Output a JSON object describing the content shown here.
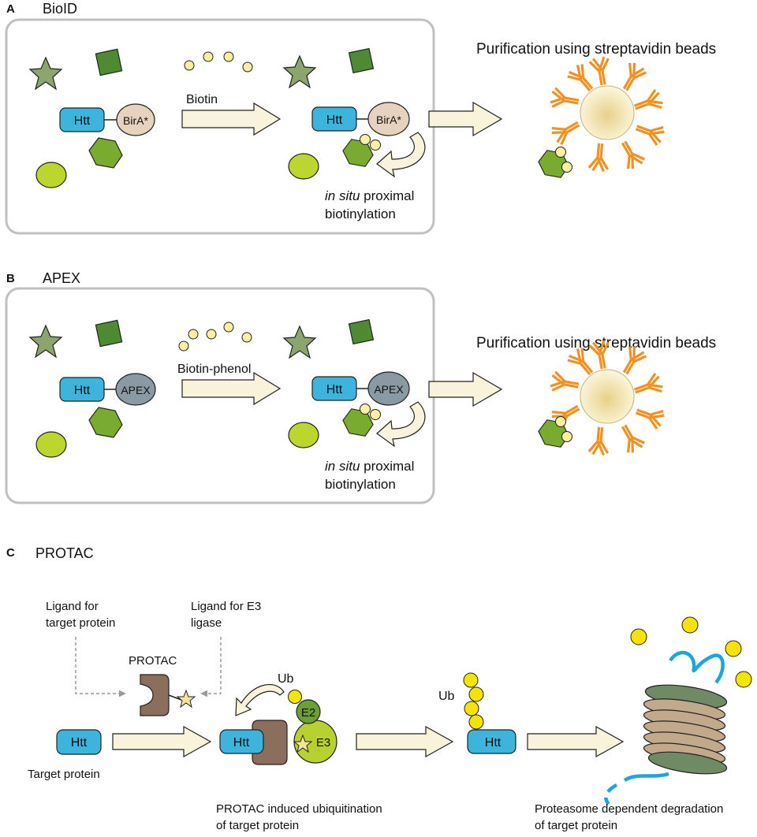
{
  "panel_a": {
    "letter": "A",
    "title": "BioID",
    "htt": "Htt",
    "enzyme": "BirA*",
    "reagent": "Biotin",
    "purification": "Purification using streptavidin beads",
    "note_italic": "in situ",
    "note_rest": " proximal",
    "note_line2": "biotinylation"
  },
  "panel_b": {
    "letter": "B",
    "title": "APEX",
    "htt": "Htt",
    "enzyme": "APEX",
    "reagent": "Biotin-phenol",
    "purification": "Purification using streptavidin beads",
    "note_italic": "in situ",
    "note_rest": " proximal",
    "note_line2": "biotinylation"
  },
  "panel_c": {
    "letter": "C",
    "title": "PROTAC",
    "ligand_target_l1": "Ligand for",
    "ligand_target_l2": "target protein",
    "ligand_e3_l1": "Ligand for E3",
    "ligand_e3_l2": "ligase",
    "protac": "PROTAC",
    "htt": "Htt",
    "target_protein": "Target protein",
    "ub": "Ub",
    "e2": "E2",
    "e3": "E3",
    "caption1_l1": "PROTAC induced ubiquitination",
    "caption1_l2": "of target protein",
    "caption2_l1": "Proteasome dependent degradation",
    "caption2_l2": "of target protein"
  },
  "colors": {
    "htt": "#3cb4dc",
    "birA": "#e6d2bf",
    "apex": "#8a9aa4",
    "star": "#8ca56e",
    "square": "#4d8a32",
    "hexagon": "#79ac2e",
    "ellipse": "#bcd62e",
    "biotin": "#fbefa4",
    "ub": "#f7e300",
    "arrow_fill": "#faf3dc",
    "antibody": "#f29222",
    "protac": "#8c6e5d",
    "e2": "#6aa136",
    "e3": "#b7d12e",
    "ubchain_line": "#1ea5dc",
    "proteasome": "#708a66",
    "proteasome_ring": "#c3a98b",
    "frame": "#c0c0c0"
  }
}
